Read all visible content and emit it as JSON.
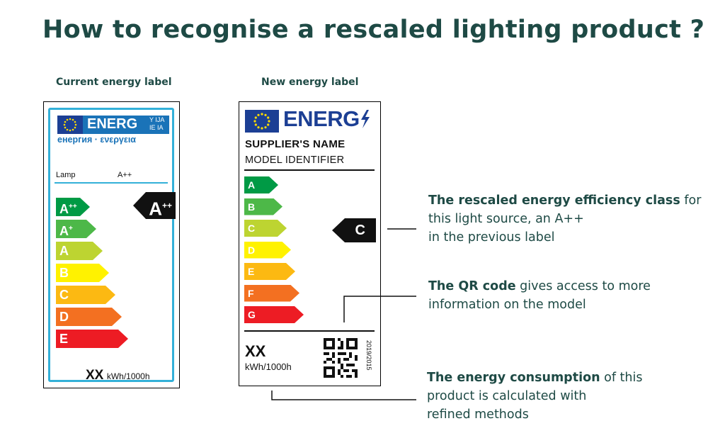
{
  "page": {
    "title": "How to recognise a rescaled lighting product ?"
  },
  "current_label": {
    "caption": "Current energy label",
    "brand": "ENERG",
    "langs_line1": "Y IJA",
    "langs_line2": "IE IA",
    "subtitle": "енергия · ενεργεια",
    "product": "Lamp",
    "class_shown": "A++",
    "marker_base": "A",
    "marker_sup": "++",
    "classes": [
      {
        "base": "A",
        "sup": "++",
        "color": "#009a45"
      },
      {
        "base": "A",
        "sup": "+",
        "color": "#4db848"
      },
      {
        "base": "A",
        "sup": "",
        "color": "#bdd431"
      },
      {
        "base": "B",
        "sup": "",
        "color": "#fff200"
      },
      {
        "base": "C",
        "sup": "",
        "color": "#fcb912"
      },
      {
        "base": "D",
        "sup": "",
        "color": "#f37021"
      },
      {
        "base": "E",
        "sup": "",
        "color": "#ed1c24"
      }
    ],
    "consumption_value": "XX",
    "consumption_unit": "kWh/1000h"
  },
  "new_label": {
    "caption": "New energy label",
    "brand": "ENERG",
    "supplier": "SUPPLIER'S NAME",
    "model": "MODEL IDENTIFIER",
    "classes": [
      {
        "letter": "A",
        "color": "#009a45"
      },
      {
        "letter": "B",
        "color": "#4db848"
      },
      {
        "letter": "C",
        "color": "#bdd431"
      },
      {
        "letter": "D",
        "color": "#fff200"
      },
      {
        "letter": "E",
        "color": "#fcb912"
      },
      {
        "letter": "F",
        "color": "#f37021"
      },
      {
        "letter": "G",
        "color": "#ed1c24"
      }
    ],
    "marker": "C",
    "consumption_value": "XX",
    "consumption_unit": "kWh/1000h",
    "regulation": "2019/2015"
  },
  "annotations": {
    "efficiency": {
      "bold": "The rescaled energy efficiency class",
      "rest_1": " for this light source, an A++",
      "rest_2": "in the previous label"
    },
    "qr": {
      "bold": "The QR code",
      "rest_1": " gives access to more",
      "rest_2": "information on the model"
    },
    "consumption": {
      "bold": "The energy consumption",
      "rest_1": " of this",
      "rest_2": "product is calculated with",
      "rest_3": "refined methods"
    }
  },
  "colors": {
    "title": "#1e4a45",
    "old_frame": "#33b0d8",
    "eu_blue": "#1c3f94"
  }
}
